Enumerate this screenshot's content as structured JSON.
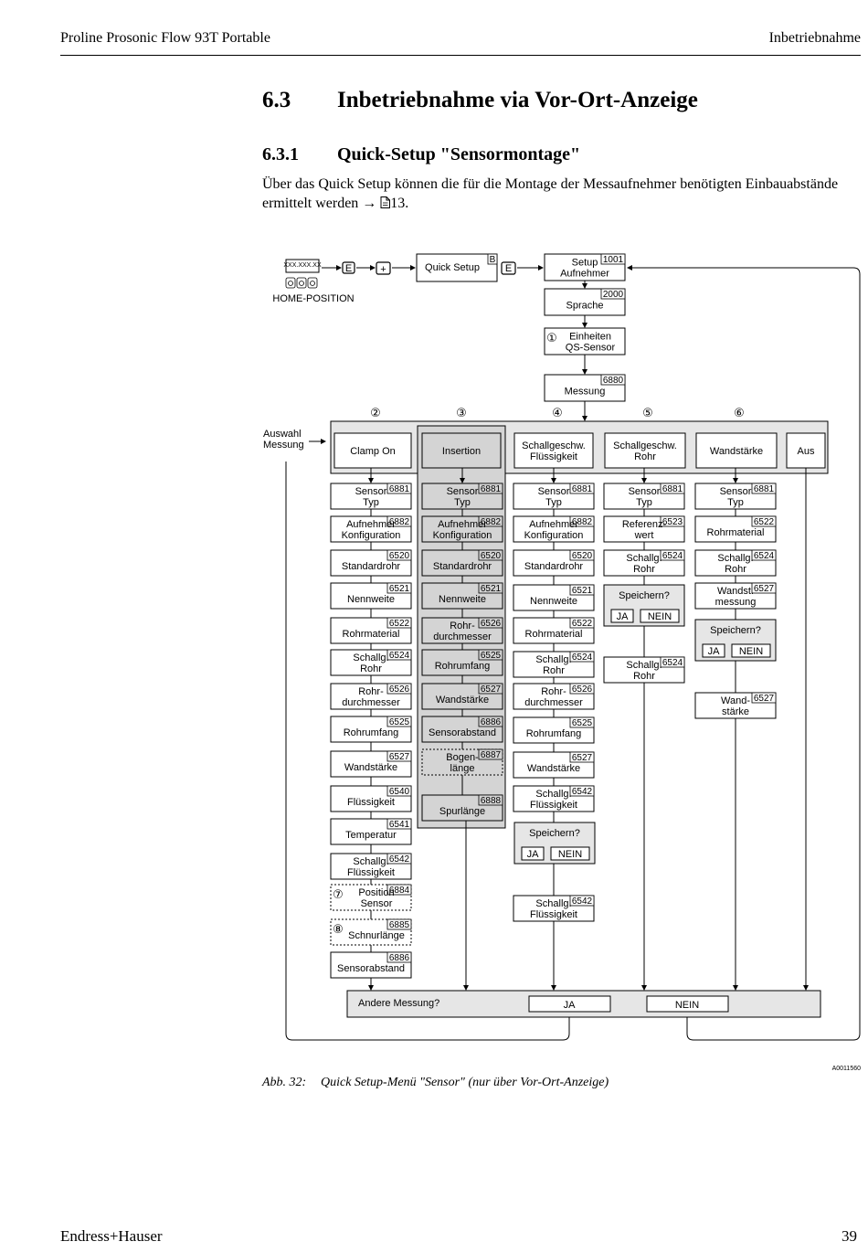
{
  "header": {
    "left": "Proline Prosonic Flow 93T Portable",
    "right": "Inbetriebnahme"
  },
  "section": {
    "number": "6.3",
    "title": "Inbetriebnahme via Vor-Ort-Anzeige"
  },
  "subsection": {
    "number": "6.3.1",
    "title": "Quick-Setup \"Sensormontage\""
  },
  "intro": {
    "text": "Über das Quick Setup können die für die Montage der Messaufnehmer benötigten Einbauabstände ermittelt werden",
    "arrow": "→",
    "ref_icon": "page-icon",
    "ref_page": "13."
  },
  "diagram": {
    "display_readout": "XXX.XXX.XX",
    "home": "HOME-POSITION",
    "key_e": "E",
    "key_plus": "+",
    "quick_setup": "Quick Setup",
    "quick_setup_badge": "B",
    "top": [
      {
        "label": [
          "Setup",
          "Aufnehmer"
        ],
        "code": "1001"
      },
      {
        "label": [
          "Sprache"
        ],
        "code": "2000"
      },
      {
        "label": [
          "Einheiten",
          "QS-Sensor"
        ],
        "code": "",
        "marker": "①"
      },
      {
        "label": [
          "Messung"
        ],
        "code": "6880"
      }
    ],
    "column_markers": [
      "②",
      "③",
      "④",
      "⑤",
      "⑥"
    ],
    "auswahl": [
      "Auswahl",
      "Messung"
    ],
    "options": [
      [
        "Clamp On"
      ],
      [
        "Insertion"
      ],
      [
        "Schallgeschw.",
        "Flüssigkeit"
      ],
      [
        "Schallgeschw.",
        "Rohr"
      ],
      [
        "Wandstärke"
      ],
      [
        "Aus"
      ]
    ],
    "columns": [
      [
        {
          "label": [
            "Sensor",
            "Typ"
          ],
          "code": "6881"
        },
        {
          "label": [
            "Aufnehmer",
            "Konfiguration"
          ],
          "code": "6882"
        },
        {
          "label": [
            "Standardrohr"
          ],
          "code": "6520"
        },
        {
          "label": [
            "Nennweite"
          ],
          "code": "6521"
        },
        {
          "label": [
            "Rohrmaterial"
          ],
          "code": "6522"
        },
        {
          "label": [
            "Schallg.",
            "Rohr"
          ],
          "code": "6524"
        },
        {
          "label": [
            "Rohr-",
            "durchmesser"
          ],
          "code": "6526"
        },
        {
          "label": [
            "Rohrumfang"
          ],
          "code": "6525"
        },
        {
          "label": [
            "Wandstärke"
          ],
          "code": "6527"
        },
        {
          "label": [
            "Flüssigkeit"
          ],
          "code": "6540"
        },
        {
          "label": [
            "Temperatur"
          ],
          "code": "6541"
        },
        {
          "label": [
            "Schallg.",
            "Flüssigkeit"
          ],
          "code": "6542"
        },
        {
          "label": [
            "Position",
            "Sensor"
          ],
          "code": "6884",
          "marker": "⑦"
        },
        {
          "label": [
            "Schnurlänge"
          ],
          "code": "6885",
          "marker": "⑧"
        },
        {
          "label": [
            "Sensorabstand"
          ],
          "code": "6886"
        }
      ],
      [
        {
          "label": [
            "Sensor",
            "Typ"
          ],
          "code": "6881"
        },
        {
          "label": [
            "Aufnehmer",
            "Konfiguration"
          ],
          "code": "6882"
        },
        {
          "label": [
            "Standardrohr"
          ],
          "code": "6520"
        },
        {
          "label": [
            "Nennweite"
          ],
          "code": "6521"
        },
        {
          "label": [
            "Rohr-",
            "durchmesser"
          ],
          "code": "6526"
        },
        {
          "label": [
            "Rohrumfang"
          ],
          "code": "6525"
        },
        {
          "label": [
            "Wandstärke"
          ],
          "code": "6527"
        },
        {
          "label": [
            "Sensorabstand"
          ],
          "code": "6886"
        },
        {
          "label": [
            "Bogen-",
            "länge"
          ],
          "code": "6887"
        },
        {
          "label": [
            "Spurlänge"
          ],
          "code": "6888"
        }
      ],
      [
        {
          "label": [
            "Sensor",
            "Typ"
          ],
          "code": "6881"
        },
        {
          "label": [
            "Aufnehmer",
            "Konfiguration"
          ],
          "code": "6882"
        },
        {
          "label": [
            "Standardrohr"
          ],
          "code": "6520"
        },
        {
          "label": [
            "Nennweite"
          ],
          "code": "6521"
        },
        {
          "label": [
            "Rohrmaterial"
          ],
          "code": "6522"
        },
        {
          "label": [
            "Schallg.",
            "Rohr"
          ],
          "code": "6524"
        },
        {
          "label": [
            "Rohr-",
            "durchmesser"
          ],
          "code": "6526"
        },
        {
          "label": [
            "Rohrumfang"
          ],
          "code": "6525"
        },
        {
          "label": [
            "Wandstärke"
          ],
          "code": "6527"
        },
        {
          "label": [
            "Schallg.",
            "Flüssigkeit"
          ],
          "code": "6542"
        },
        {
          "label": [
            "Schallg.",
            "Flüssigkeit"
          ],
          "code": "6542"
        }
      ],
      [
        {
          "label": [
            "Sensor",
            "Typ"
          ],
          "code": "6881"
        },
        {
          "label": [
            "Referenz-",
            "wert"
          ],
          "code": "6523"
        },
        {
          "label": [
            "Schallg.",
            "Rohr"
          ],
          "code": "6524"
        },
        {
          "label": [
            "Schallg.",
            "Rohr"
          ],
          "code": "6524"
        }
      ],
      [
        {
          "label": [
            "Sensor",
            "Typ"
          ],
          "code": "6881"
        },
        {
          "label": [
            "Rohrmaterial"
          ],
          "code": "6522"
        },
        {
          "label": [
            "Schallg.",
            "Rohr"
          ],
          "code": "6524"
        },
        {
          "label": [
            "Wandst.",
            "messung"
          ],
          "code": "6527"
        },
        {
          "label": [
            "Wand-",
            "stärke"
          ],
          "code": "6527"
        }
      ]
    ],
    "speichern": {
      "title": "Speichern?",
      "ja": "JA",
      "nein": "NEIN"
    },
    "andere": {
      "title": "Andere Messung?",
      "ja": "JA",
      "nein": "NEIN"
    },
    "figure_id": "A0011560"
  },
  "caption": {
    "label": "Abb. 32:",
    "text": "Quick Setup-Menü \"Sensor\" (nur über Vor-Ort-Anzeige)"
  },
  "footer": {
    "left": "Endress+Hauser",
    "right": "39"
  },
  "colors": {
    "insertion_column": "#d4d4d4",
    "panel": "#e6e6e6",
    "line": "#000000"
  }
}
